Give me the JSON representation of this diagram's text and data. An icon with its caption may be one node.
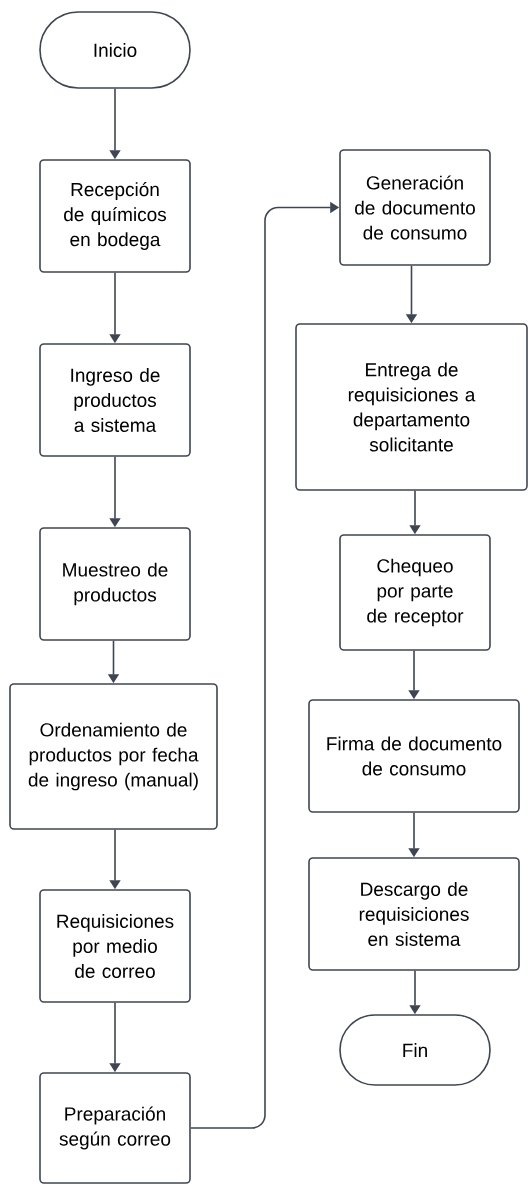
{
  "diagram": {
    "nodes": [
      {
        "text": [
          "Inicio"
        ]
      },
      {
        "text": [
          "Recepción de químicos en bodega"
        ]
      },
      {
        "text": [
          "Ingreso de productos a sistema"
        ]
      },
      {
        "text": [
          "Muestreo de productos"
        ]
      },
      {
        "text": [
          "Ordenamiento de productos por fecha de ingreso (manual)"
        ]
      },
      {
        "text": [
          "Requisiciones por medio de correo"
        ]
      },
      {
        "text": [
          "Preparación según correo"
        ]
      },
      {
        "text": [
          "Generación de documento de consumo"
        ]
      },
      {
        "text": [
          "Entrega de requisiciones a departamento solicitante"
        ]
      },
      {
        "text": [
          "Chequeo por parte de receptor"
        ]
      },
      {
        "text": [
          "Firma de documento de consumo"
        ]
      },
      {
        "text": [
          "Descargo de requisiciones en sistema"
        ]
      },
      {
        "text": [
          "Fin"
        ]
      }
    ],
    "edges": [
      {
        "from": 0,
        "to": 1,
        "arrow": "to"
      },
      {
        "from": 1,
        "to": 2,
        "arrow": "to"
      },
      {
        "from": 2,
        "to": 3,
        "arrow": "to"
      },
      {
        "from": 3,
        "to": 4,
        "arrow": "to"
      },
      {
        "from": 4,
        "to": 5,
        "arrow": "to"
      },
      {
        "from": 5,
        "to": 6,
        "arrow": "to"
      },
      {
        "from": 6,
        "to": 7,
        "arrow": "to"
      },
      {
        "from": 7,
        "to": 8,
        "arrow": "to"
      },
      {
        "from": 8,
        "to": 9,
        "arrow": "to"
      },
      {
        "from": 9,
        "to": 10,
        "arrow": "to"
      },
      {
        "from": 10,
        "to": 11,
        "arrow": "to"
      },
      {
        "from": 11,
        "to": 12,
        "arrow": "to"
      }
    ]
  }
}
